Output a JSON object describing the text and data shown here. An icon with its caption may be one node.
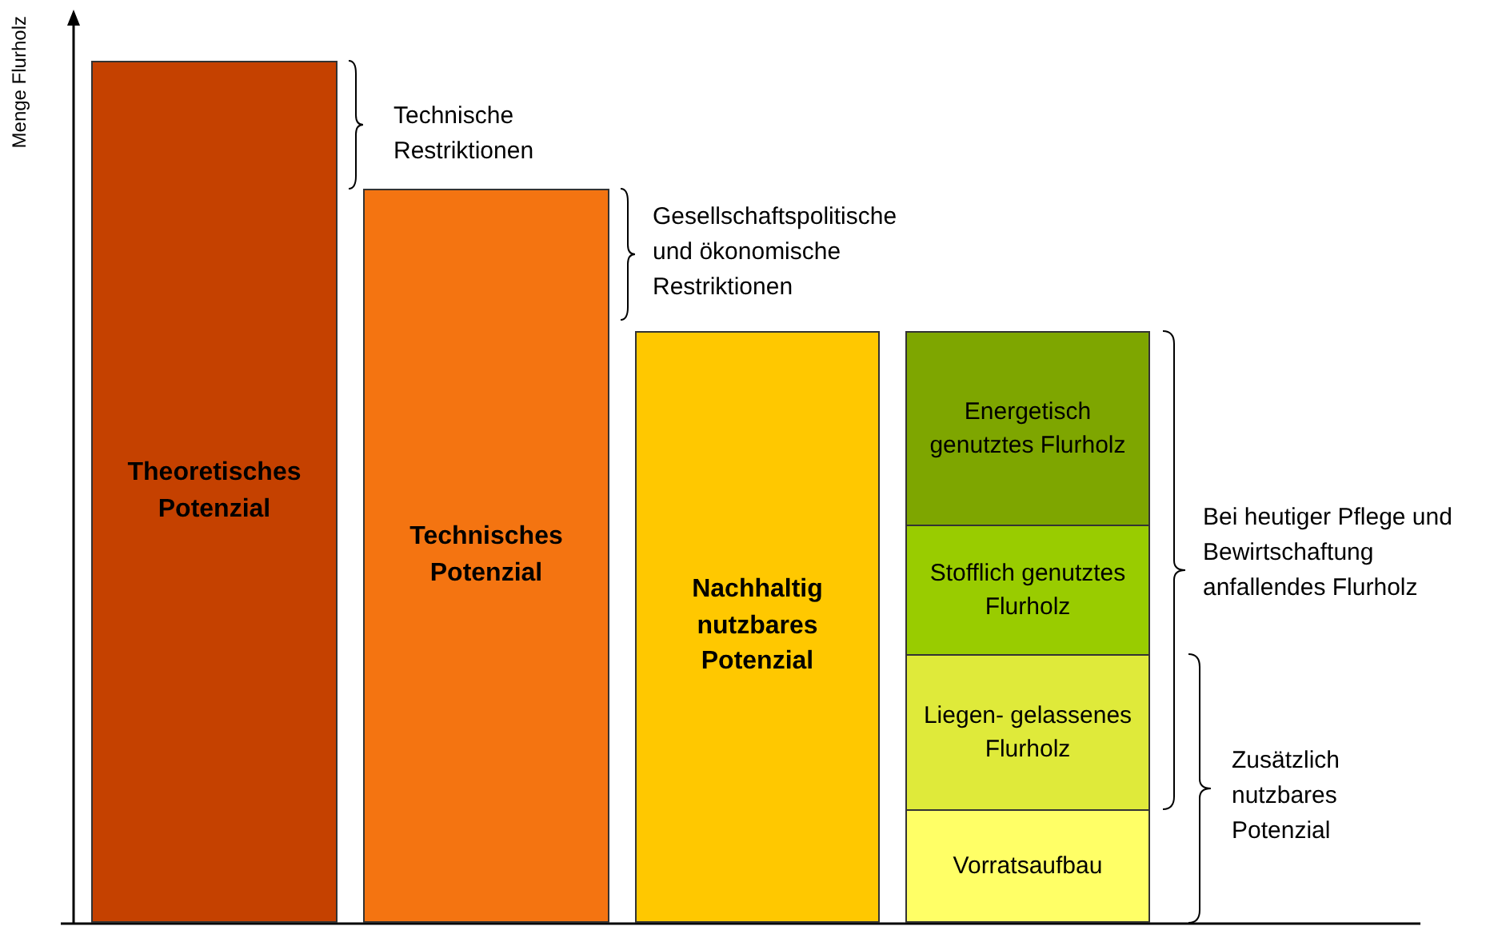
{
  "diagram": {
    "nodes": [
      {
        "text": [
          "Theoretisches Potenzial"
        ]
      },
      {
        "text": [
          "Technisches Potenzial"
        ]
      },
      {
        "text": [
          "Nachhaltig nutzbares Potenzial"
        ]
      },
      {
        "text": [
          "Energetisch genutztes Flurholz"
        ]
      },
      {
        "text": [
          "Stofflich genutztes Flurholz"
        ]
      },
      {
        "text": [
          "Liegen- gelassenes Flurholz"
        ]
      },
      {
        "text": [
          "Vorratsaufbau"
        ]
      }
    ],
    "labels": [
      "Menge Flurholz",
      "Technische Restriktionen",
      "Gesellschaftspolitische und ökonomische Restriktionen",
      "Bei heutiger Pflege und Bewirtschaftung anfallendes Flurholz",
      "Zusätzlich nutzbares Potenzial"
    ]
  }
}
